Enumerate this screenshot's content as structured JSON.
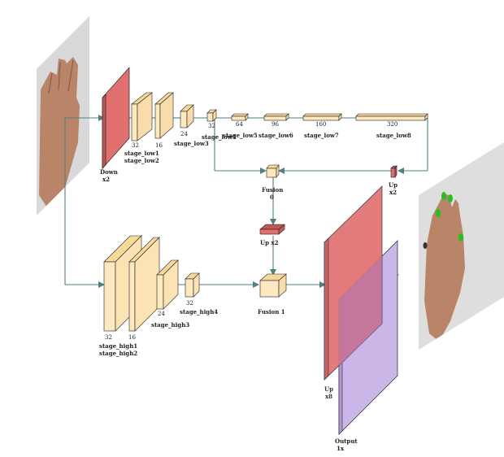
{
  "colors": {
    "block": "#fde8bf",
    "block_side": "#f6d89a",
    "red": "#e06f6f",
    "red_side": "#c65a5a",
    "purple": "#c9b3e6",
    "arrow": "#4f7f7f",
    "hand_skin": "#b98468",
    "nail_green": "#22c21e"
  },
  "labels": {
    "down": "Down",
    "down_x2": "x2",
    "stage_low1": "stage_low1",
    "stage_low2": "stage_low2",
    "stage_low3": "stage_low3",
    "stage_low4": "stage_low4",
    "stage_low5": "stage_low5",
    "stage_low6": "stage_low6",
    "stage_low7": "stage_low7",
    "stage_low8": "stage_low8",
    "up": "Up",
    "up_x2": "x2",
    "fusion0": "Fusion",
    "fusion0_num": "0",
    "up_x2_mid": "Up x2",
    "fusion1": "Fusion 1",
    "stage_high1": "stage_high1",
    "stage_high2": "stage_high2",
    "stage_high3": "stage_high3",
    "stage_high4": "stage_high4",
    "up_x8": "Up",
    "up_x8_scale": "x8",
    "output": "Output",
    "output_scale": "1x"
  },
  "channels": {
    "low1": "32",
    "low2": "16",
    "low3": "24",
    "low4": "32",
    "low5": "64",
    "low6": "96",
    "low7": "160",
    "low8": "320",
    "high1": "32",
    "high2": "16",
    "high3": "24",
    "high4": "32"
  }
}
